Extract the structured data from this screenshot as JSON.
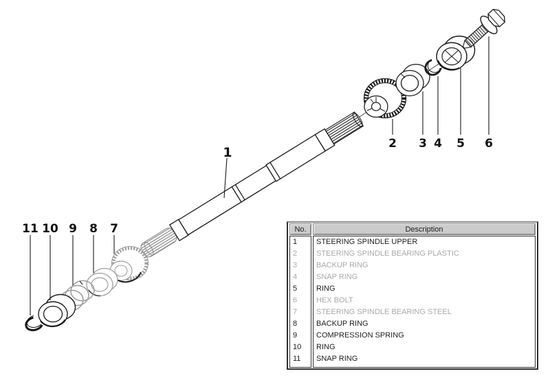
{
  "diagram": {
    "callouts": [
      {
        "text": "1"
      },
      {
        "text": "2"
      },
      {
        "text": "3"
      },
      {
        "text": "4"
      },
      {
        "text": "5"
      },
      {
        "text": "6"
      },
      {
        "text": "7"
      },
      {
        "text": "8"
      },
      {
        "text": "9"
      },
      {
        "text": "10"
      },
      {
        "text": "11"
      }
    ]
  },
  "table": {
    "headers": {
      "no": "No.",
      "description": "Description"
    },
    "rows": [
      {
        "no": "1",
        "description": "STEERING SPINDLE UPPER",
        "muted": false
      },
      {
        "no": "2",
        "description": "STEERING SPINDLE BEARING PLASTIC",
        "muted": true
      },
      {
        "no": "3",
        "description": "BACKUP RING",
        "muted": true
      },
      {
        "no": "4",
        "description": "SNAP RING",
        "muted": true
      },
      {
        "no": "5",
        "description": "RING",
        "muted": false
      },
      {
        "no": "6",
        "description": "HEX BOLT",
        "muted": true
      },
      {
        "no": "7",
        "description": "STEERING SPINDLE BEARING STEEL",
        "muted": true
      },
      {
        "no": "8",
        "description": "BACKUP RING",
        "muted": false
      },
      {
        "no": "9",
        "description": "COMPRESSION SPRING",
        "muted": false
      },
      {
        "no": "10",
        "description": "RING",
        "muted": false
      },
      {
        "no": "11",
        "description": "SNAP RING",
        "muted": false
      }
    ]
  },
  "colors": {
    "line": "#1a1a1a",
    "muted_part": "#9f9f9f",
    "muted_text": "#a8a8a8",
    "header_bg": "#cbcbcb",
    "table_border": "#303030"
  }
}
